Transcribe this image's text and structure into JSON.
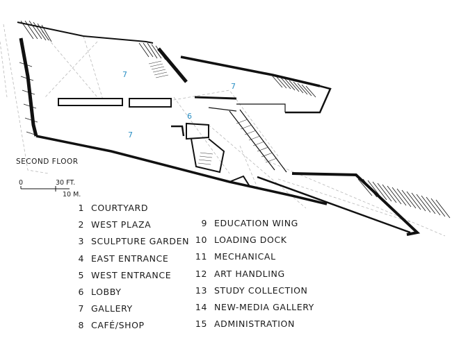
{
  "floor_title": "SECOND FLOOR",
  "scale": {
    "feet_zero": "0",
    "feet_label": "30 FT.",
    "meters_label": "10 M."
  },
  "room_labels": {
    "gallery_north": "7",
    "gallery_east": "7",
    "lobby": "6",
    "gallery_south": "7"
  },
  "legend": [
    {
      "num": "1",
      "label": "COURTYARD"
    },
    {
      "num": "2",
      "label": "WEST PLAZA"
    },
    {
      "num": "3",
      "label": "SCULPTURE GARDEN"
    },
    {
      "num": "4",
      "label": "EAST ENTRANCE"
    },
    {
      "num": "5",
      "label": "WEST ENTRANCE"
    },
    {
      "num": "6",
      "label": "LOBBY"
    },
    {
      "num": "7",
      "label": "GALLERY"
    },
    {
      "num": "8",
      "label": "CAFÉ/SHOP"
    },
    {
      "num": "9",
      "label": "EDUCATION WING"
    },
    {
      "num": "10",
      "label": "LOADING DOCK"
    },
    {
      "num": "11",
      "label": "MECHANICAL"
    },
    {
      "num": "12",
      "label": "ART HANDLING"
    },
    {
      "num": "13",
      "label": "STUDY COLLECTION"
    },
    {
      "num": "14",
      "label": "NEW-MEDIA GALLERY"
    },
    {
      "num": "15",
      "label": "ADMINISTRATION"
    }
  ],
  "colors": {
    "walls": "#111111",
    "room_labels": "#2a8fc4",
    "dashed_lines": "#b0b0b0"
  }
}
